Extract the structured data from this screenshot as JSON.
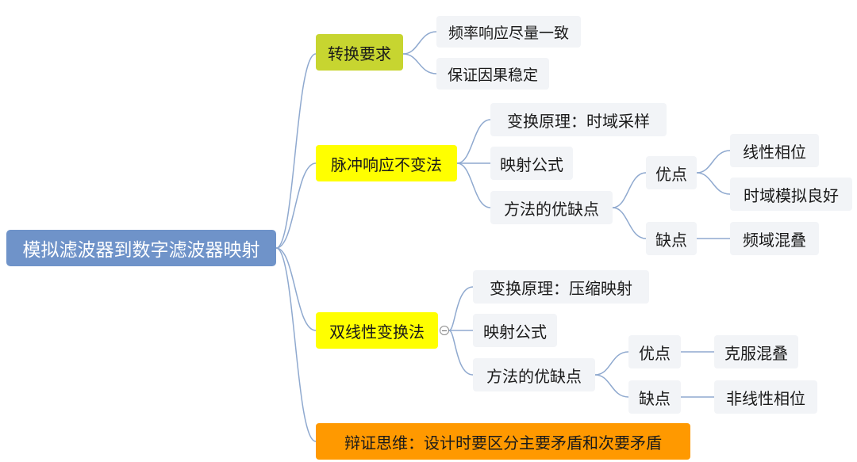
{
  "colors": {
    "root": "#6f93c9",
    "branch_green": "#c7d530",
    "branch_yellow": "#ffff00",
    "branch_orange": "#ff9900",
    "leaf": "#f2f4f7",
    "connector": "#8fa9cf"
  },
  "root": {
    "label": "模拟滤波器到数字滤波器映射"
  },
  "branches": {
    "conversion": {
      "label": "转换要求",
      "items": [
        "频率响应尽量一致",
        "保证因果稳定"
      ]
    },
    "impulse": {
      "label": "脉冲响应不变法",
      "principle": "变换原理：时域采样",
      "formula": "映射公式",
      "pros_cons": "方法的优缺点",
      "pros": {
        "label": "优点",
        "items": [
          "线性相位",
          "时域模拟良好"
        ]
      },
      "cons": {
        "label": "缺点",
        "items": [
          "频域混叠"
        ]
      }
    },
    "bilinear": {
      "label": "双线性变换法",
      "collapse_icon": "collapse-minus-icon",
      "principle": "变换原理：压缩映射",
      "formula": "映射公式",
      "pros_cons": "方法的优缺点",
      "pros": {
        "label": "优点",
        "items": [
          "克服混叠"
        ]
      },
      "cons": {
        "label": "缺点",
        "items": [
          "非线性相位"
        ]
      }
    },
    "dialectic": {
      "label": "辩证思维：设计时要区分主要矛盾和次要矛盾"
    }
  }
}
